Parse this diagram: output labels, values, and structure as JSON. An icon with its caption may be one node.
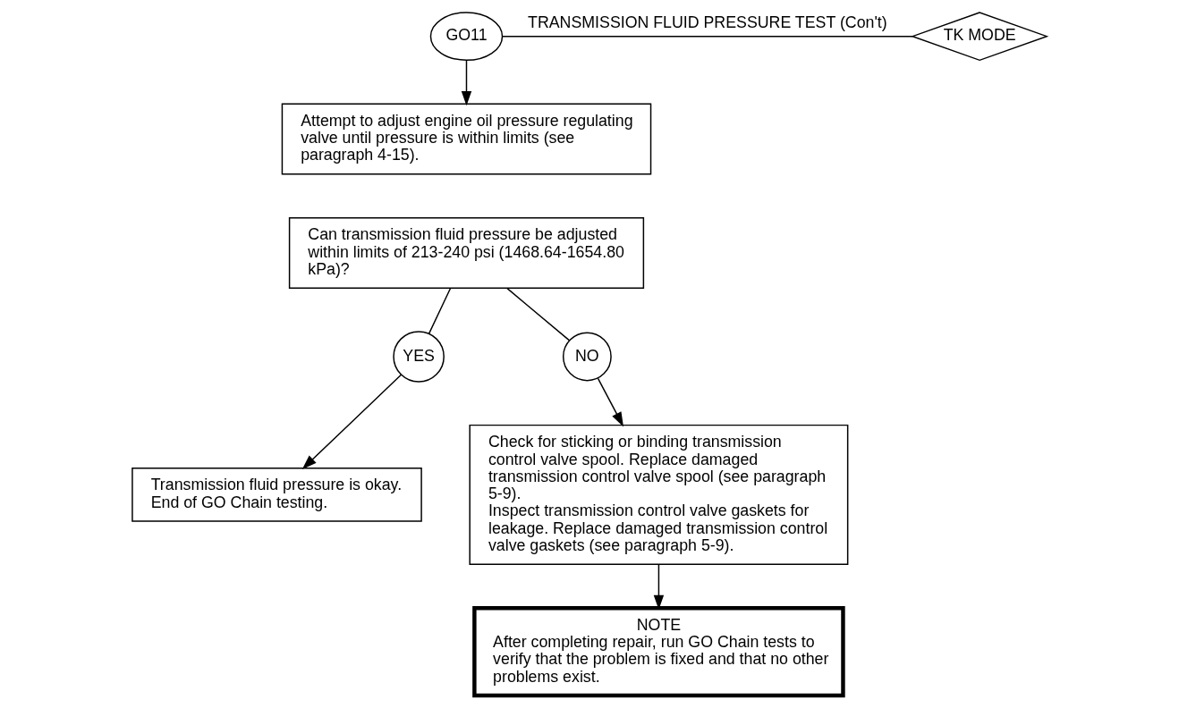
{
  "diagram": {
    "nodes": [
      {
        "text": [
          "GO11"
        ]
      },
      {
        "text": [
          "TK MODE"
        ]
      },
      {
        "text": [
          "Attempt to adjust engine oil pressure regulating valve until pressure is within limits (see paragraph 4-15)."
        ]
      },
      {
        "text": [
          "Can transmission fluid pressure be adjusted within limits of 213-240 psi (1468.64-1654.80 kPa)?"
        ]
      },
      {
        "text": [
          "YES"
        ]
      },
      {
        "text": [
          "NO"
        ]
      },
      {
        "text": [
          "Check for sticking or binding transmission control valve spool. Replace damaged transmission control valve spool (see paragraph 5-9).",
          "Inspect transmission control valve gaskets for leakage. Replace damaged transmission control valve gaskets (see paragraph 5-9)."
        ]
      },
      {
        "text": [
          "Transmission fluid pressure is okay.",
          "End of GO Chain testing."
        ]
      },
      {
        "text": [
          "NOTE",
          "After completing repair, run GO Chain tests to verify that the problem is fixed and that no other problems exist."
        ]
      }
    ],
    "edges": [
      {
        "from": 0,
        "to": 1,
        "arrow": "none",
        "label": "TRANSMISSION FLUID PRESSURE TEST (Con't)"
      },
      {
        "from": 0,
        "to": 2,
        "arrow": "to"
      },
      {
        "from": 3,
        "to": 4,
        "arrow": "none"
      },
      {
        "from": 3,
        "to": 5,
        "arrow": "none"
      },
      {
        "from": 4,
        "to": 7,
        "arrow": "to"
      },
      {
        "from": 5,
        "to": 6,
        "arrow": "to"
      },
      {
        "from": 6,
        "to": 8,
        "arrow": "to"
      }
    ]
  }
}
